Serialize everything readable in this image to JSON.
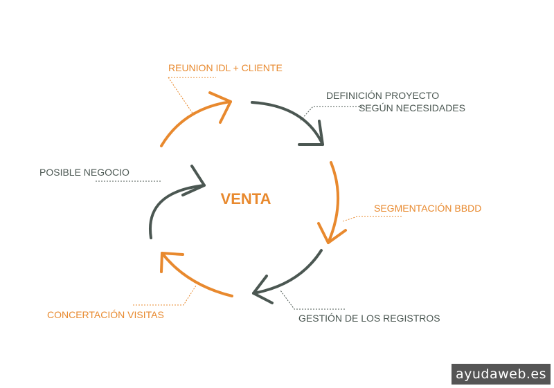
{
  "colors": {
    "orange": "#E8892E",
    "dark": "#4B5752",
    "white": "#FFFFFF",
    "badge": "#555555"
  },
  "center": {
    "text": "VENTA",
    "color": "#E8892E"
  },
  "steps": [
    {
      "label": "REUNION IDL + CLIENTE",
      "color": "#E8892E"
    },
    {
      "label_line1": "DEFINICIÓN PROYECTO",
      "label_line2": "SEGÚN NECESIDADES",
      "color": "#4B5752"
    },
    {
      "label": "SEGMENTACIÓN BBDD",
      "color": "#E8892E"
    },
    {
      "label": "GESTIÓN DE LOS REGISTROS",
      "color": "#4B5752"
    },
    {
      "label": "CONCERTACIÓN VISITAS",
      "color": "#E8892E"
    },
    {
      "label": "POSIBLE NEGOCIO",
      "color": "#4B5752"
    }
  ],
  "watermark": "ayudaweb.es"
}
